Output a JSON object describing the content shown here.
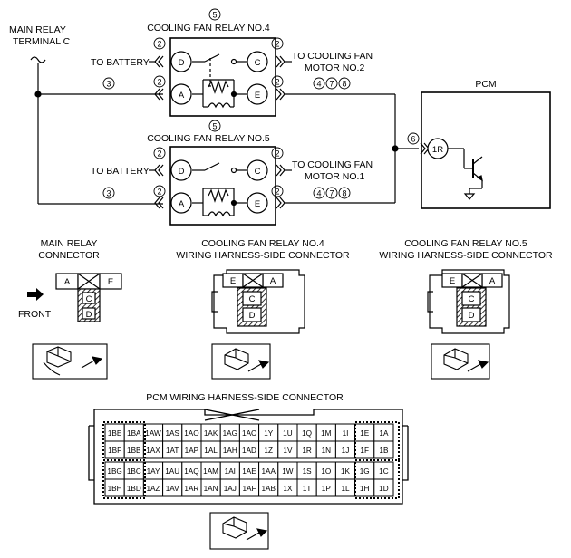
{
  "schematic": {
    "main_relay_label": [
      "MAIN RELAY",
      "TERMINAL C"
    ],
    "relay4_title": "COOLING FAN RELAY NO.4",
    "relay5_title": "COOLING FAN RELAY NO.5",
    "relay_ref": "5",
    "wire_ref_2": "2",
    "wire_ref_3": "3",
    "motor_refs": "478",
    "pcm_wire_ref": "6",
    "to_battery": "TO BATTERY",
    "to_fan2": [
      "TO COOLING FAN",
      "MOTOR NO.2"
    ],
    "to_fan1": [
      "TO COOLING FAN",
      "MOTOR NO.1"
    ],
    "relay_terminals": {
      "D": "D",
      "C": "C",
      "A": "A",
      "E": "E"
    },
    "pcm_title": "PCM",
    "pcm_pin": "1R"
  },
  "connectors": {
    "main_relay": {
      "title": [
        "MAIN RELAY",
        "CONNECTOR"
      ],
      "cells": [
        "A",
        "E",
        "C",
        "D"
      ],
      "front": "FRONT"
    },
    "relay4": {
      "title": [
        "COOLING FAN RELAY NO.4",
        "WIRING HARNESS-SIDE CONNECTOR"
      ],
      "cells": [
        "E",
        "A",
        "C",
        "D"
      ]
    },
    "relay5": {
      "title": [
        "COOLING FAN RELAY NO.5",
        "WIRING HARNESS-SIDE CONNECTOR"
      ],
      "cells": [
        "E",
        "A",
        "C",
        "D"
      ]
    }
  },
  "pcm_connector": {
    "title": "PCM WIRING HARNESS-SIDE CONNECTOR",
    "rows": [
      [
        "1BE",
        "1BA",
        "1AW",
        "1AS",
        "1AO",
        "1AK",
        "1AG",
        "1AC",
        "1Y",
        "1U",
        "1Q",
        "1M",
        "1I",
        "1E",
        "1A"
      ],
      [
        "1BF",
        "1BB",
        "1AX",
        "1AT",
        "1AP",
        "1AL",
        "1AH",
        "1AD",
        "1Z",
        "1V",
        "1R",
        "1N",
        "1J",
        "1F",
        "1B"
      ],
      [
        "1BG",
        "1BC",
        "1AY",
        "1AU",
        "1AQ",
        "1AM",
        "1AI",
        "1AE",
        "1AA",
        "1W",
        "1S",
        "1O",
        "1K",
        "1G",
        "1C"
      ],
      [
        "1BH",
        "1BD",
        "1AZ",
        "1AV",
        "1AR",
        "1AN",
        "1AJ",
        "1AF",
        "1AB",
        "1X",
        "1T",
        "1P",
        "1L",
        "1H",
        "1D"
      ]
    ]
  },
  "icons": [
    "arrow-right-icon",
    "connector-plug-icon",
    "relay-contact-icon",
    "resistor-icon",
    "transistor-icon",
    "ground-icon"
  ]
}
